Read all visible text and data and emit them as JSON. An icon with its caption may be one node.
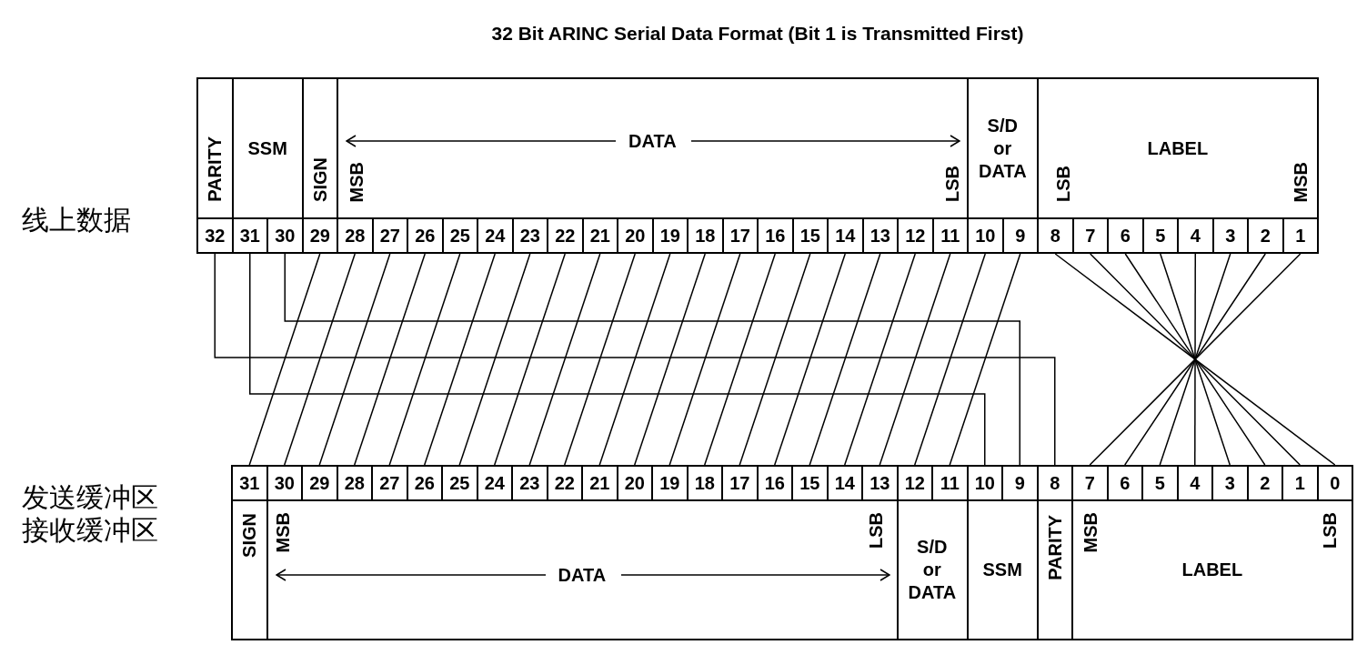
{
  "diagram": {
    "title": "32 Bit ARINC Serial Data Format (Bit 1 is Transmitted First)",
    "nodes": [
      {
        "text": [
          "PARITY"
        ]
      },
      {
        "text": [
          "SSM"
        ]
      },
      {
        "text": [
          "SIGN"
        ]
      },
      {
        "text": [
          "DATA",
          "MSB",
          "LSB"
        ]
      },
      {
        "text": [
          "S/D or DATA"
        ]
      },
      {
        "text": [
          "LABEL",
          "LSB",
          "MSB"
        ]
      },
      {
        "text": [
          "32"
        ]
      },
      {
        "text": [
          "31"
        ]
      },
      {
        "text": [
          "30"
        ]
      },
      {
        "text": [
          "29"
        ]
      },
      {
        "text": [
          "28"
        ]
      },
      {
        "text": [
          "27"
        ]
      },
      {
        "text": [
          "26"
        ]
      },
      {
        "text": [
          "25"
        ]
      },
      {
        "text": [
          "24"
        ]
      },
      {
        "text": [
          "23"
        ]
      },
      {
        "text": [
          "22"
        ]
      },
      {
        "text": [
          "21"
        ]
      },
      {
        "text": [
          "20"
        ]
      },
      {
        "text": [
          "19"
        ]
      },
      {
        "text": [
          "18"
        ]
      },
      {
        "text": [
          "17"
        ]
      },
      {
        "text": [
          "16"
        ]
      },
      {
        "text": [
          "15"
        ]
      },
      {
        "text": [
          "14"
        ]
      },
      {
        "text": [
          "13"
        ]
      },
      {
        "text": [
          "12"
        ]
      },
      {
        "text": [
          "11"
        ]
      },
      {
        "text": [
          "10"
        ]
      },
      {
        "text": [
          "9"
        ]
      },
      {
        "text": [
          "8"
        ]
      },
      {
        "text": [
          "7"
        ]
      },
      {
        "text": [
          "6"
        ]
      },
      {
        "text": [
          "5"
        ]
      },
      {
        "text": [
          "4"
        ]
      },
      {
        "text": [
          "3"
        ]
      },
      {
        "text": [
          "2"
        ]
      },
      {
        "text": [
          "1"
        ]
      },
      {
        "text": [
          "31"
        ]
      },
      {
        "text": [
          "30"
        ]
      },
      {
        "text": [
          "29"
        ]
      },
      {
        "text": [
          "28"
        ]
      },
      {
        "text": [
          "27"
        ]
      },
      {
        "text": [
          "26"
        ]
      },
      {
        "text": [
          "25"
        ]
      },
      {
        "text": [
          "24"
        ]
      },
      {
        "text": [
          "23"
        ]
      },
      {
        "text": [
          "22"
        ]
      },
      {
        "text": [
          "21"
        ]
      },
      {
        "text": [
          "20"
        ]
      },
      {
        "text": [
          "19"
        ]
      },
      {
        "text": [
          "18"
        ]
      },
      {
        "text": [
          "17"
        ]
      },
      {
        "text": [
          "16"
        ]
      },
      {
        "text": [
          "15"
        ]
      },
      {
        "text": [
          "14"
        ]
      },
      {
        "text": [
          "13"
        ]
      },
      {
        "text": [
          "12"
        ]
      },
      {
        "text": [
          "11"
        ]
      },
      {
        "text": [
          "10"
        ]
      },
      {
        "text": [
          "9"
        ]
      },
      {
        "text": [
          "8"
        ]
      },
      {
        "text": [
          "7"
        ]
      },
      {
        "text": [
          "6"
        ]
      },
      {
        "text": [
          "5"
        ]
      },
      {
        "text": [
          "4"
        ]
      },
      {
        "text": [
          "3"
        ]
      },
      {
        "text": [
          "2"
        ]
      },
      {
        "text": [
          "1"
        ]
      },
      {
        "text": [
          "0"
        ]
      },
      {
        "text": [
          "SIGN"
        ]
      },
      {
        "text": [
          "MSB",
          "LSB",
          "DATA"
        ]
      },
      {
        "text": [
          "S/D or DATA"
        ]
      },
      {
        "text": [
          "SSM"
        ]
      },
      {
        "text": [
          "PARITY"
        ]
      },
      {
        "text": [
          "MSB",
          "LSB",
          "LABEL"
        ]
      }
    ],
    "edges": [
      {
        "from": 6,
        "to": 61,
        "arrow": "none"
      },
      {
        "from": 7,
        "to": 59,
        "arrow": "none"
      },
      {
        "from": 8,
        "to": 60,
        "arrow": "none"
      },
      {
        "from": 9,
        "to": 38,
        "arrow": "none"
      },
      {
        "from": 10,
        "to": 39,
        "arrow": "none"
      },
      {
        "from": 11,
        "to": 40,
        "arrow": "none"
      },
      {
        "from": 12,
        "to": 41,
        "arrow": "none"
      },
      {
        "from": 13,
        "to": 42,
        "arrow": "none"
      },
      {
        "from": 14,
        "to": 43,
        "arrow": "none"
      },
      {
        "from": 15,
        "to": 44,
        "arrow": "none"
      },
      {
        "from": 16,
        "to": 45,
        "arrow": "none"
      },
      {
        "from": 17,
        "to": 46,
        "arrow": "none"
      },
      {
        "from": 18,
        "to": 47,
        "arrow": "none"
      },
      {
        "from": 19,
        "to": 48,
        "arrow": "none"
      },
      {
        "from": 20,
        "to": 49,
        "arrow": "none"
      },
      {
        "from": 21,
        "to": 50,
        "arrow": "none"
      },
      {
        "from": 22,
        "to": 51,
        "arrow": "none"
      },
      {
        "from": 23,
        "to": 52,
        "arrow": "none"
      },
      {
        "from": 24,
        "to": 53,
        "arrow": "none"
      },
      {
        "from": 25,
        "to": 54,
        "arrow": "none"
      },
      {
        "from": 26,
        "to": 55,
        "arrow": "none"
      },
      {
        "from": 27,
        "to": 56,
        "arrow": "none"
      },
      {
        "from": 28,
        "to": 57,
        "arrow": "none"
      },
      {
        "from": 29,
        "to": 58,
        "arrow": "none"
      },
      {
        "from": 30,
        "to": 69,
        "arrow": "none"
      },
      {
        "from": 31,
        "to": 68,
        "arrow": "none"
      },
      {
        "from": 32,
        "to": 67,
        "arrow": "none"
      },
      {
        "from": 33,
        "to": 66,
        "arrow": "none"
      },
      {
        "from": 34,
        "to": 65,
        "arrow": "none"
      },
      {
        "from": 35,
        "to": 64,
        "arrow": "none"
      },
      {
        "from": 36,
        "to": 63,
        "arrow": "none"
      },
      {
        "from": 37,
        "to": 62,
        "arrow": "none"
      }
    ],
    "labels": [
      "线上数据",
      "发送缓冲区",
      "接收缓冲区"
    ]
  }
}
